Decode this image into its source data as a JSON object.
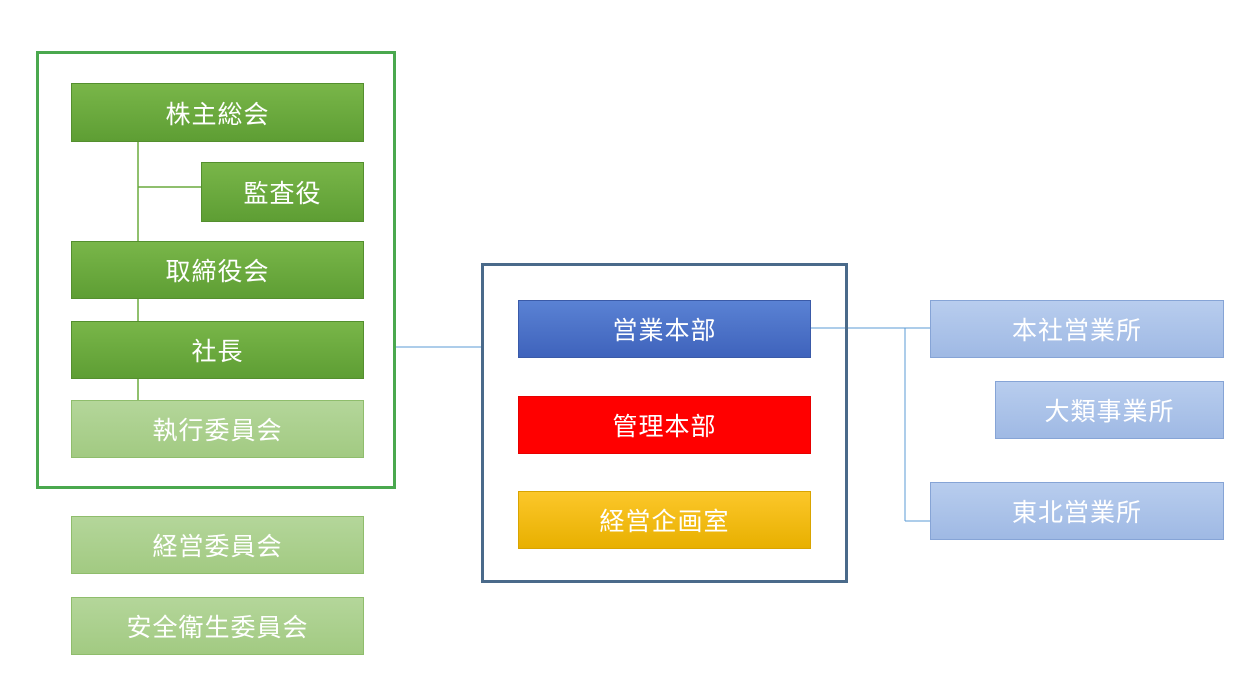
{
  "colors": {
    "frame_green": "#4aa84e",
    "frame_navy": "#4a6a8a",
    "dark_green": "#6aaa3e",
    "light_green": "#a9cf8b",
    "blue": "#4a70c8",
    "red": "#ff0000",
    "gold": "#f5bd10",
    "pale_blue": "#aac3ea",
    "line_green": "#6aaa3e",
    "line_blue": "#5b9bd5"
  },
  "governance": {
    "shareholders_meeting": "株主総会",
    "auditor": "監査役",
    "board_of_directors": "取締役会",
    "president": "社長",
    "executive_committee": "執行委員会"
  },
  "committees": {
    "management_committee": "経営委員会",
    "safety_health_committee": "安全衛生委員会"
  },
  "divisions": {
    "sales_division": "営業本部",
    "administration_division": "管理本部",
    "corporate_planning_office": "経営企画室"
  },
  "sales_offices": {
    "head_office_sales": "本社営業所",
    "ohrui_office": "大類事業所",
    "tohoku_sales": "東北営業所"
  }
}
